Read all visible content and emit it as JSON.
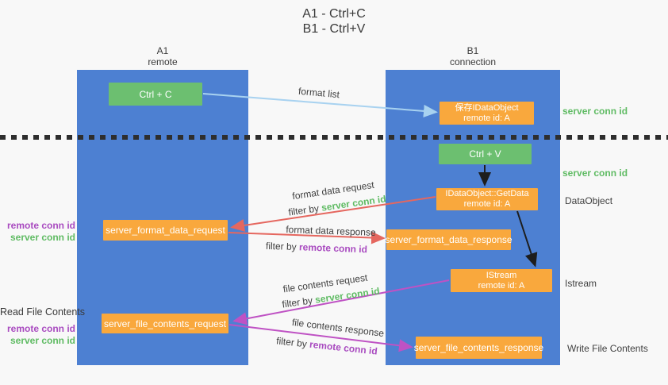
{
  "title": {
    "line1": "A1 - Ctrl+C",
    "line2": "B1 - Ctrl+V"
  },
  "columns": {
    "a": {
      "name": "A1",
      "subtitle": "remote"
    },
    "b": {
      "name": "B1",
      "subtitle": "connection"
    }
  },
  "nodes": {
    "ctrl_c": "Ctrl + C",
    "ctrl_v": "Ctrl + V",
    "save_idataobject": {
      "line1": "保存IDataObject",
      "line2": "remote id: A"
    },
    "getdata": {
      "line1": "IDataObject::GetData",
      "line2": "remote id: A"
    },
    "istream": {
      "line1": "IStream",
      "line2": "remote id: A"
    },
    "format_request": "server_format_data_request",
    "format_response": "server_format_data_response",
    "file_request": "server_file_contents_request",
    "file_response": "server_file_contents_response"
  },
  "flow_labels": {
    "format_list": "format list",
    "format_data_request": "format data request",
    "filter_server_1": {
      "prefix": "filter by ",
      "keyword": "server conn id"
    },
    "format_data_response": "format data response",
    "filter_remote_1": {
      "prefix": "filter by ",
      "keyword": "remote conn id"
    },
    "file_contents_request": "file contents request",
    "filter_server_2": {
      "prefix": "filter by ",
      "keyword": "server conn id"
    },
    "file_contents_response": "file contents response",
    "filter_remote_2": {
      "prefix": "filter by ",
      "keyword": "remote conn id"
    }
  },
  "side_left": {
    "pair1": {
      "remote": "remote conn id",
      "server": "server conn id"
    },
    "read_file": "Read File Contents",
    "pair2": {
      "remote": "remote conn id",
      "server": "server conn id"
    }
  },
  "side_right": {
    "server_conn_1": "server conn id",
    "server_conn_2": "server conn id",
    "dataobject": "DataObject",
    "istream": "Istream",
    "write_file": "Write File Contents"
  },
  "colors": {
    "column_blue": "#4d80d2",
    "box_green": "#6cbf70",
    "box_orange": "#f9a83d",
    "text_green": "#5fbb63",
    "text_purple": "#a94bc0",
    "arrow_red": "#e5675f",
    "arrow_magenta": "#bf52c4",
    "arrow_lightblue": "#a8d2f0",
    "arrow_black": "#1d1d1d",
    "background": "#f8f8f8",
    "text_dark": "#3a3a3a"
  }
}
